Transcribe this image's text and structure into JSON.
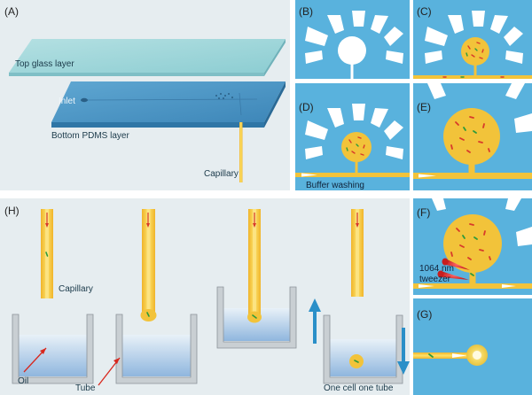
{
  "panels": {
    "A": {
      "label": "(A)",
      "top_layer": "Top glass layer",
      "inlet": "Inlet",
      "bottom_layer": "Bottom PDMS layer",
      "capillary": "Capillary"
    },
    "B": {
      "label": "(B)"
    },
    "C": {
      "label": "(C)"
    },
    "D": {
      "label": "(D)",
      "caption": "Buffer washing"
    },
    "E": {
      "label": "(E)"
    },
    "F": {
      "label": "(F)",
      "tweezer_line1": "1064 nm",
      "tweezer_line2": "tweezer"
    },
    "G": {
      "label": "(G)"
    },
    "H": {
      "label": "(H)",
      "capillary": "Capillary",
      "oil": "Oil",
      "tube": "Tube",
      "caption": "One cell one tube"
    }
  },
  "colors": {
    "chip_blue": "#59b2dd",
    "cell_yellow": "#f2c33a",
    "glass": "#9fd3d8",
    "pdms": "#4d98c7",
    "background_gray": "#e5ecef"
  }
}
